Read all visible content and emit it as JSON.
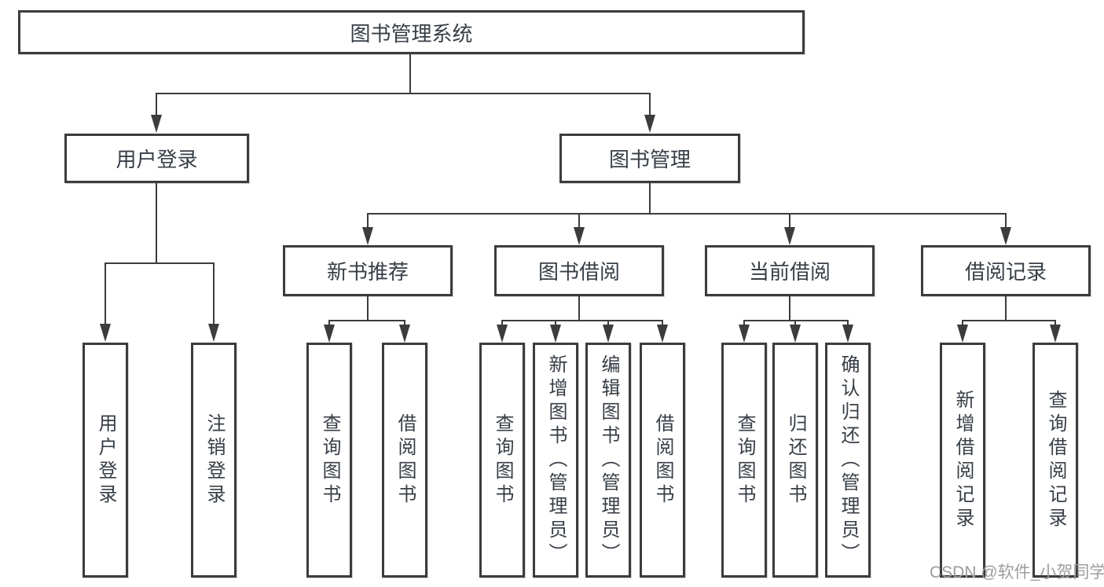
{
  "diagram": {
    "title": "图书管理系统",
    "level2": {
      "login": "用户登录",
      "manage": "图书管理"
    },
    "level3": {
      "recommend": "新书推荐",
      "borrow": "图书借阅",
      "current": "当前借阅",
      "records": "借阅记录"
    },
    "leaves": {
      "login": [
        "用户登录",
        "注销登录"
      ],
      "recommend": [
        "查询图书",
        "借阅图书"
      ],
      "borrow": [
        "查询图书",
        "新增图书（管理员）",
        "编辑图书（管理员）",
        "借阅图书"
      ],
      "current": [
        "查询图书",
        "归还图书",
        "确认归还（管理员）"
      ],
      "records": [
        "新增借阅记录",
        "查询借阅记录"
      ]
    }
  },
  "watermark": "CSDN @软件_小贺同学",
  "colors": {
    "line": "#3c3c3c",
    "text": "#373e46",
    "background": "#ffffff",
    "watermark": "#9d9d9d"
  }
}
